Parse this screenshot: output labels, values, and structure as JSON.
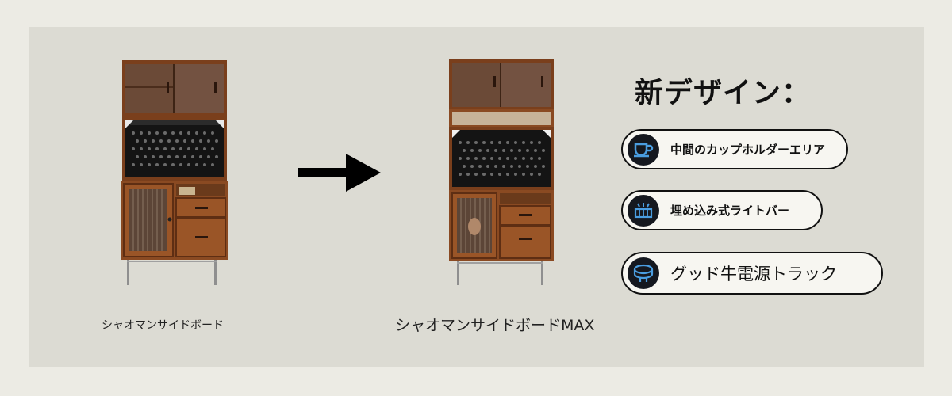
{
  "products": {
    "left": {
      "caption": "シャオマンサイドボード"
    },
    "right": {
      "caption": "シャオマンサイドボードMAX"
    }
  },
  "features": {
    "heading": "新デザイン：",
    "items": [
      {
        "label": "中間のカップホルダーエリア",
        "icon": "coffee-cup-icon"
      },
      {
        "label": "埋め込み式ライトバー",
        "icon": "light-bar-icon"
      },
      {
        "label": "グッド牛電源トラック",
        "icon": "power-track-icon"
      }
    ]
  },
  "colors": {
    "background": "#ecebe4",
    "panel": "#dcdbd3",
    "wood": "#8a4a22",
    "icon_bg": "#15181f",
    "icon_accent": "#4a9de0"
  }
}
